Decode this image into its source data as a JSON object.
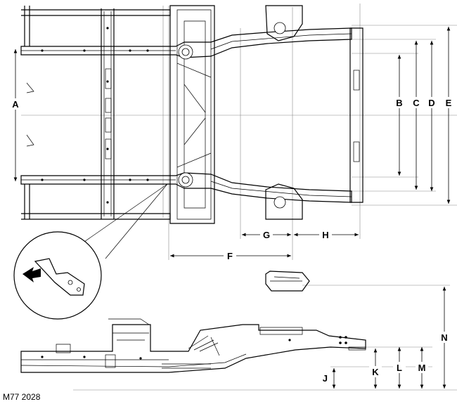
{
  "figure_id": "M77 2028",
  "dimension_labels": {
    "a": "A",
    "b": "B",
    "c": "C",
    "d": "D",
    "e": "E",
    "f": "F",
    "g": "G",
    "h": "H",
    "j": "J",
    "k": "K",
    "l": "L",
    "m": "M",
    "n": "N"
  },
  "colors": {
    "line": "#000000",
    "guide": "#888888",
    "background": "#ffffff"
  },
  "icons": {
    "detail": "arrow-icon"
  }
}
